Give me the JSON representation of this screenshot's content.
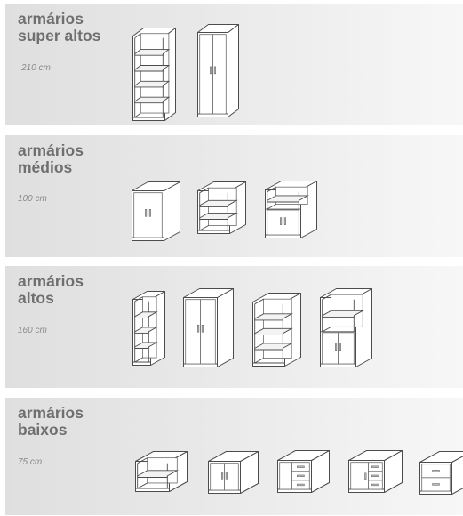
{
  "categories": [
    {
      "title_line1": "armários",
      "title_line2": "super altos",
      "height": "210 cm"
    },
    {
      "title_line1": "armários",
      "title_line2": "médios",
      "height": "100 cm"
    },
    {
      "title_line1": "armários",
      "title_line2": "altos",
      "height": "160 cm"
    },
    {
      "title_line1": "armários",
      "title_line2": "baixos",
      "height": "75 cm"
    }
  ],
  "colors": {
    "panel": "#e6e6e6",
    "title": "#6f6f6f",
    "caption": "#8a8a8a",
    "line": "#4c4c4c"
  }
}
